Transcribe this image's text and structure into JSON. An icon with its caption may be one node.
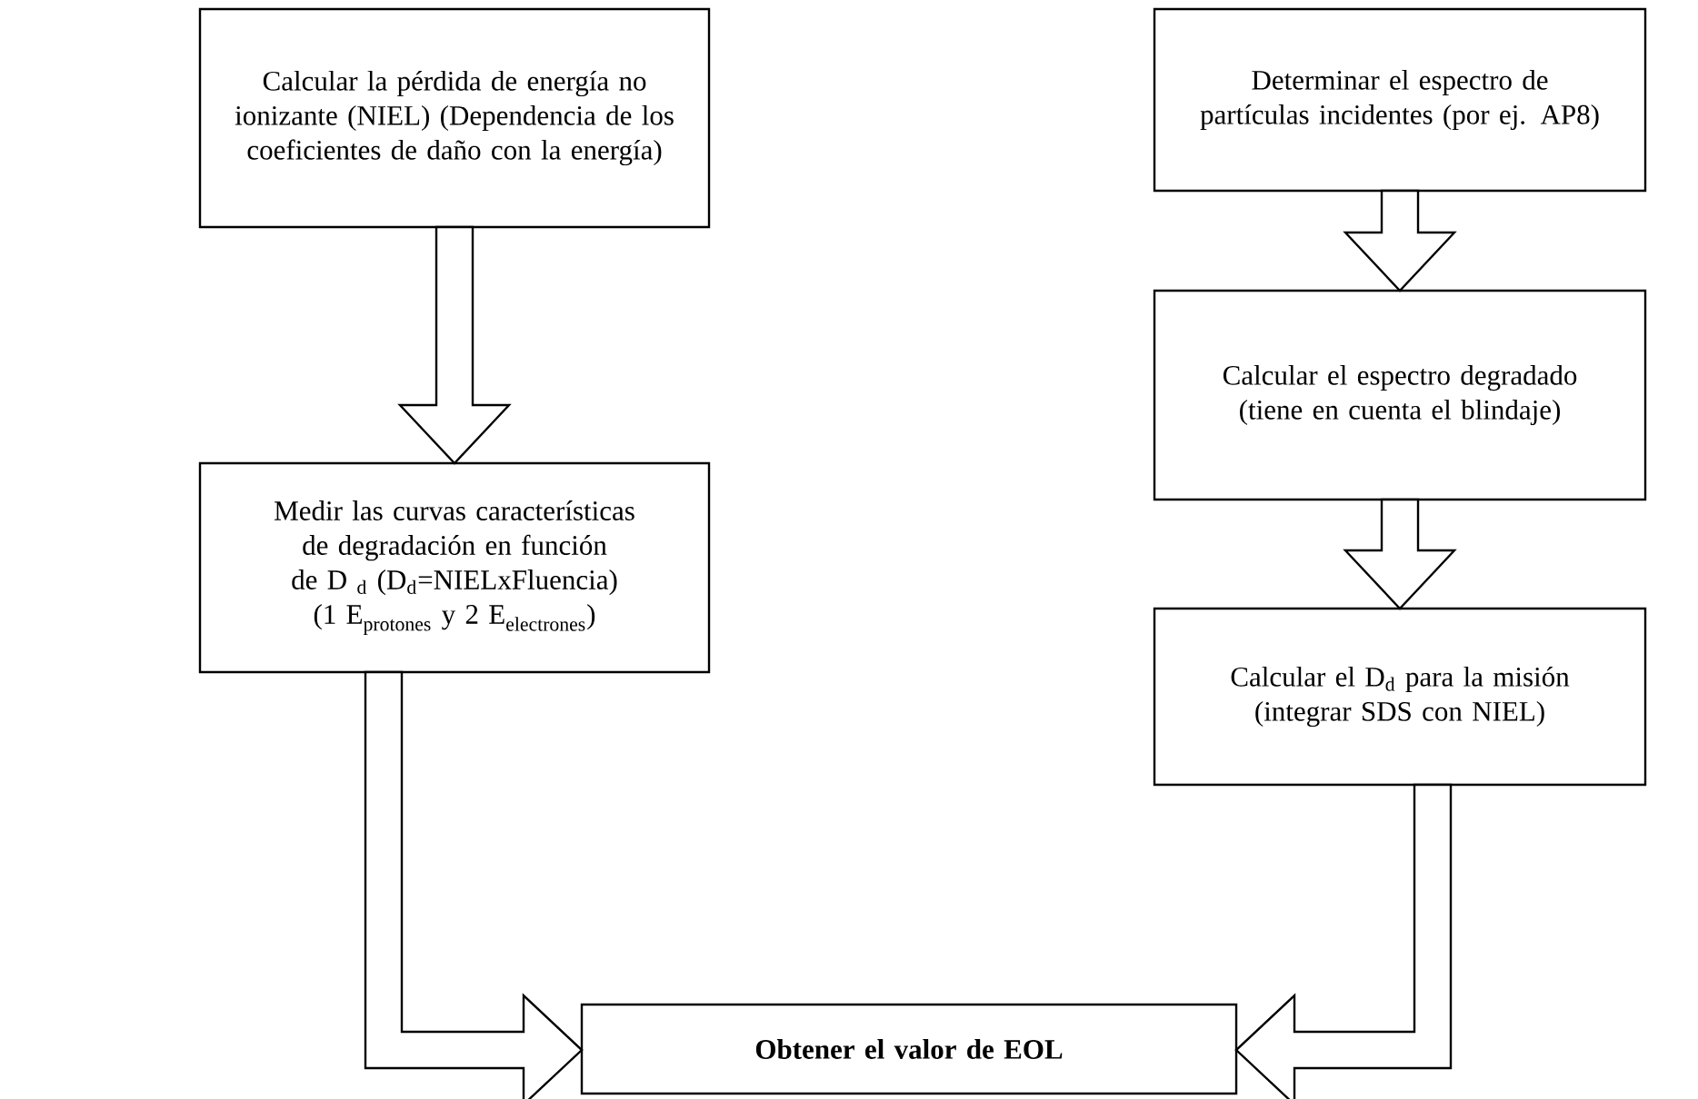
{
  "diagram": {
    "nodes": [
      {
        "text": [
          "Calcular la pérdida de energía no ionizante (NIEL) (Dependencia de los coeficientes de daño con la energía)"
        ]
      },
      {
        "text": [
          "Medir las curvas características de degradación en función de D $_{d}$ (D$_{d}$=NIELxFluencia)",
          "\\text{(1 E}_{\\text{protones}}\\text{ y 2 E}_{\\text{electrones}}\\text{)}"
        ]
      },
      {
        "text": [
          "Determinar el espectro de partículas incidentes (por ej. AP8)"
        ]
      },
      {
        "text": [
          "Calcular el espectro degradado (tiene en cuenta el blindaje)"
        ]
      },
      {
        "text": [
          "Calcular el D$_{d}$ para la misión (integrar SDS con NIEL)"
        ]
      },
      {
        "text": [
          "Obtener el valor de EOL"
        ]
      }
    ],
    "edges": [
      {
        "from": 0,
        "to": 1,
        "arrow": "to"
      },
      {
        "from": 2,
        "to": 3,
        "arrow": "to"
      },
      {
        "from": 3,
        "to": 4,
        "arrow": "to"
      },
      {
        "from": 1,
        "to": 5,
        "arrow": "to"
      },
      {
        "from": 4,
        "to": 5,
        "arrow": "to"
      }
    ]
  }
}
